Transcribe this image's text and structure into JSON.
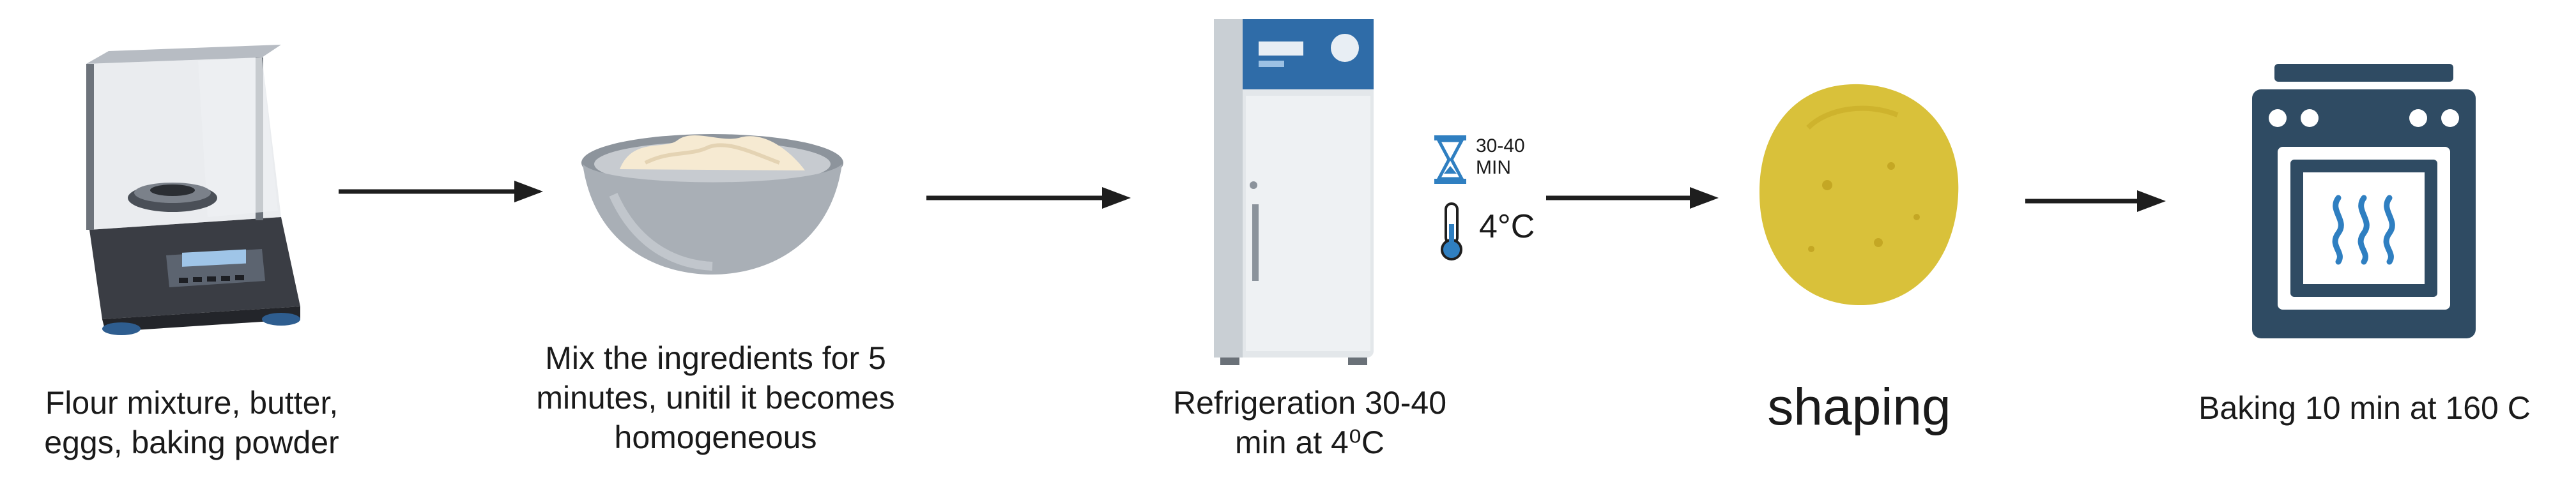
{
  "steps": [
    {
      "caption": "Flour mixture, butter,\neggs, baking powder",
      "icon": "analytical-balance-icon"
    },
    {
      "caption": "Mix the ingredients for 5\nminutes, unitil it becomes\nhomogeneous",
      "icon": "mixing-bowl-icon"
    },
    {
      "caption": "Refrigeration 30-40\nmin at 4⁰C",
      "icon": "refrigerator-icon"
    },
    {
      "caption": "shaping",
      "icon": "dough-ball-icon"
    },
    {
      "caption": "Baking 10 min at 160 C",
      "icon": "oven-icon"
    }
  ],
  "fridge_labels": {
    "time": "30-40",
    "time_unit": "MIN",
    "temperature": "4°C"
  },
  "icons": {
    "timer": "hourglass-icon",
    "thermo": "thermometer-icon",
    "arrow": "arrow-right-icon"
  },
  "colors": {
    "arrow": "#1e1e1e",
    "accent_blue": "#2f7fc1",
    "dough": "#d9c13a",
    "oven": "#2f4b63"
  }
}
